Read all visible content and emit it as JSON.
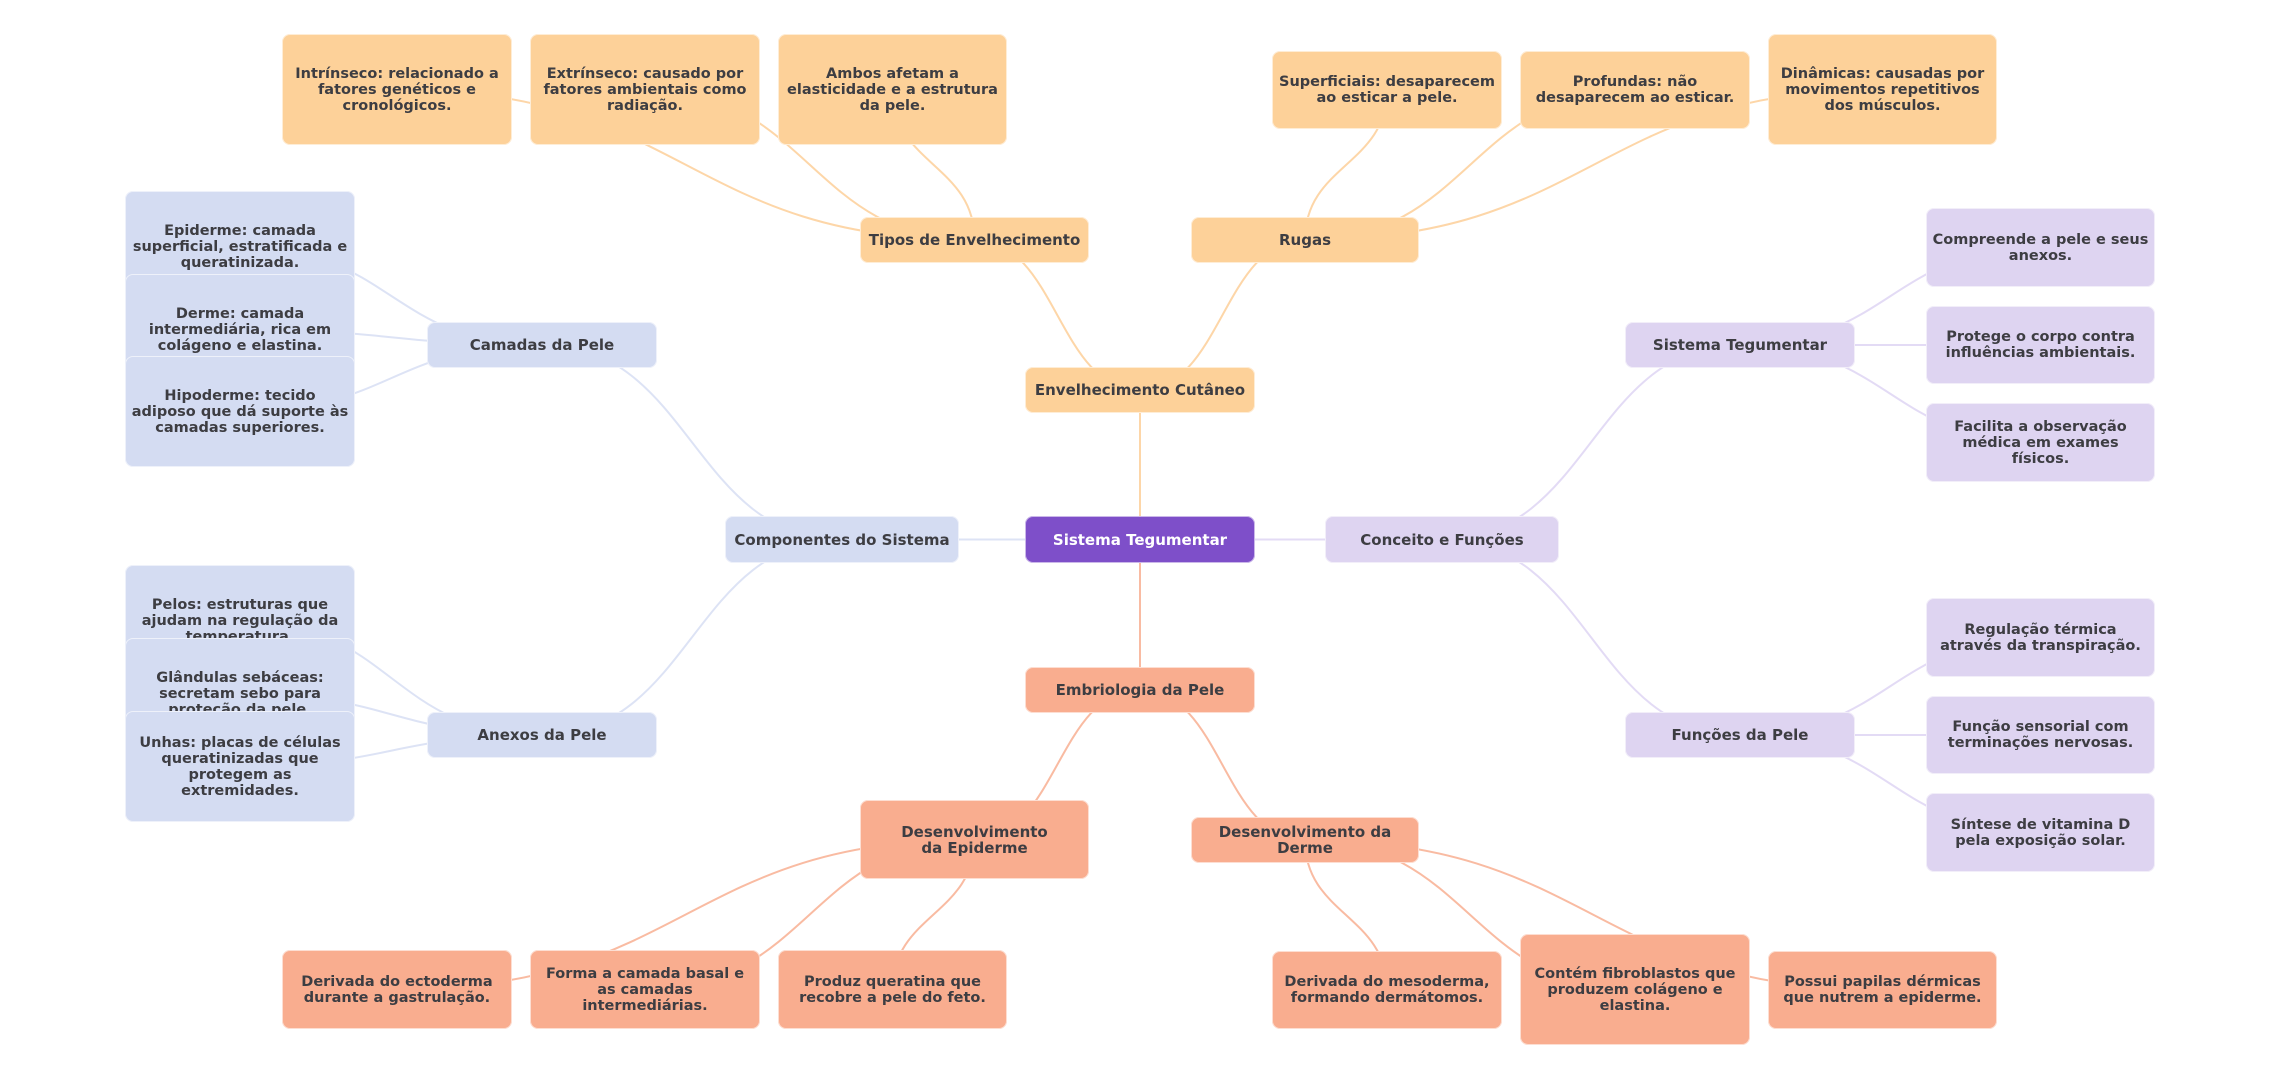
{
  "colors": {
    "root": "#7e4fc9",
    "aging": "#fdd199",
    "aging_edge": "#fdd6a8",
    "components": "#d4dcf2",
    "components_edge": "#dde3f5",
    "concept": "#ded4f1",
    "concept_edge": "#e3dbf5",
    "embryo": "#f9ad8f",
    "embryo_edge": "#f9bba2"
  },
  "mindmap": {
    "root": {
      "label": "Sistema Tegumentar"
    },
    "branches": {
      "aging": {
        "label": "Envelhecimento Cutâneo",
        "children": [
          {
            "label": "Tipos de Envelhecimento",
            "leaves": [
              "Intrínseco: relacionado a fatores genéticos e cronológicos.",
              "Extrínseco: causado por fatores ambientais como radiação.",
              "Ambos afetam a elasticidade e a estrutura da pele."
            ]
          },
          {
            "label": "Rugas",
            "leaves": [
              "Superficiais: desaparecem ao esticar a pele.",
              "Profundas: não desaparecem ao esticar.",
              "Dinâmicas: causadas por movimentos repetitivos dos músculos."
            ]
          }
        ]
      },
      "components": {
        "label": "Componentes do Sistema",
        "children": [
          {
            "label": "Camadas da Pele",
            "leaves": [
              "Epiderme: camada superficial, estratificada e queratinizada.",
              "Derme: camada intermediária, rica em colágeno e elastina.",
              "Hipoderme: tecido adiposo que dá suporte às camadas superiores."
            ]
          },
          {
            "label": "Anexos da Pele",
            "leaves": [
              "Pelos: estruturas que ajudam na regulação da temperatura.",
              "Glândulas sebáceas: secretam sebo para proteção da pele.",
              "Unhas: placas de células queratinizadas que protegem as extremidades."
            ]
          }
        ]
      },
      "concept": {
        "label": "Conceito e Funções",
        "children": [
          {
            "label": "Sistema Tegumentar",
            "leaves": [
              "Compreende a pele e seus anexos.",
              "Protege o corpo contra influências ambientais.",
              "Facilita a observação médica em exames físicos."
            ]
          },
          {
            "label": "Funções da Pele",
            "leaves": [
              "Regulação térmica através da transpiração.",
              "Função sensorial com terminações nervosas.",
              "Síntese de vitamina D pela exposição solar."
            ]
          }
        ]
      },
      "embryo": {
        "label": "Embriologia da Pele",
        "children": [
          {
            "label": "Desenvolvimento da Epiderme",
            "leaves": [
              "Derivada do ectoderma durante a gastrulação.",
              "Forma a camada basal e as camadas intermediárias.",
              "Produz queratina que recobre a pele do feto."
            ]
          },
          {
            "label": "Desenvolvimento da Derme",
            "leaves": [
              "Derivada do mesoderma, formando dermátomos.",
              "Contém fibroblastos que produzem colágeno e elastina.",
              "Possui papilas dérmicas que nutrem a epiderme."
            ]
          }
        ]
      }
    }
  }
}
